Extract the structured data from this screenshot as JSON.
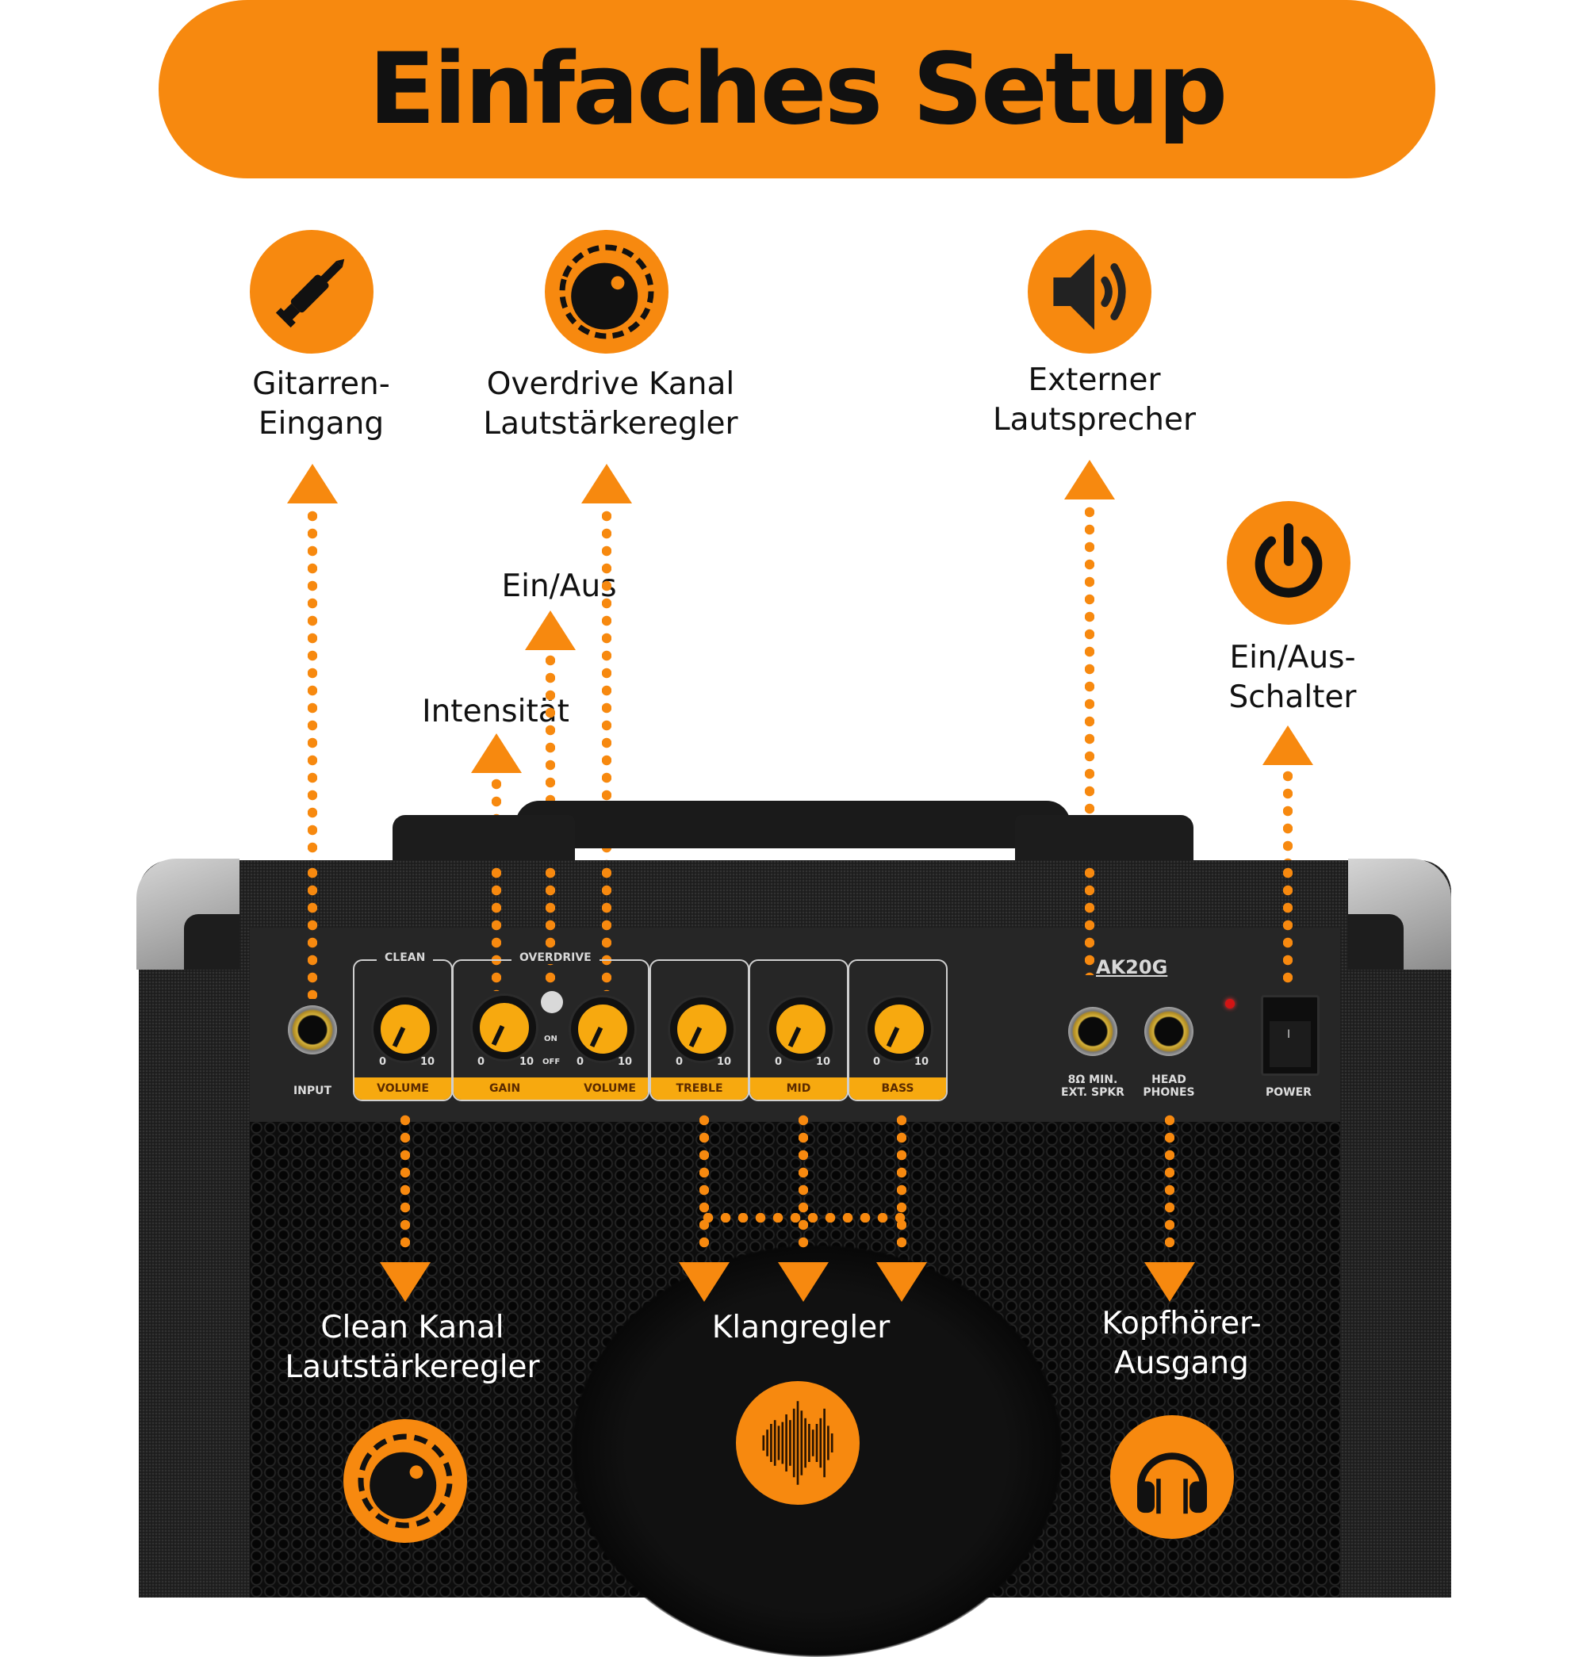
{
  "title": "Einfaches Setup",
  "colors": {
    "accent": "#f7890f",
    "knob": "#f7a90f",
    "text_dark": "#111111",
    "text_light": "#ffffff"
  },
  "top_features": [
    {
      "icon": "guitar-jack-icon",
      "label_line1": "Gitarren-",
      "label_line2": "Eingang"
    },
    {
      "icon": "knob-dial-icon",
      "label_line1": "Overdrive Kanal",
      "label_line2": "Lautstärkeregler"
    },
    {
      "icon": "speaker-icon",
      "label_line1": "Externer",
      "label_line2": "Lautsprecher"
    },
    {
      "icon": "power-icon",
      "label_line1": "Ein/Aus-",
      "label_line2": "Schalter"
    }
  ],
  "mid_labels": {
    "on_off": "Ein/Aus",
    "intensity": "Intensität"
  },
  "bottom_features": [
    {
      "icon": "knob-dial-icon",
      "label_line1": "Clean Kanal",
      "label_line2": "Lautstärkeregler"
    },
    {
      "icon": "sound-wave-icon",
      "label_line1": "Klangregler",
      "label_line2": ""
    },
    {
      "icon": "headphones-icon",
      "label_line1": "Kopfhörer-",
      "label_line2": "Ausgang"
    }
  ],
  "amp": {
    "model": "AK20G",
    "input_label": "INPUT",
    "group_clean": "CLEAN",
    "group_overdrive": "OVERDRIVE",
    "switch_on": "ON",
    "switch_off": "OFF",
    "scale_min": "0",
    "scale_max": "10",
    "knobs": [
      {
        "label": "VOLUME"
      },
      {
        "label": "GAIN"
      },
      {
        "label": "VOLUME"
      },
      {
        "label": "TREBLE"
      },
      {
        "label": "MID"
      },
      {
        "label": "BASS"
      }
    ],
    "ext_spkr_label_1": "8Ω MIN.",
    "ext_spkr_label_2": "EXT. SPKR",
    "headphones_label_1": "HEAD",
    "headphones_label_2": "PHONES",
    "power_label": "POWER",
    "rocker_mark": "I"
  }
}
